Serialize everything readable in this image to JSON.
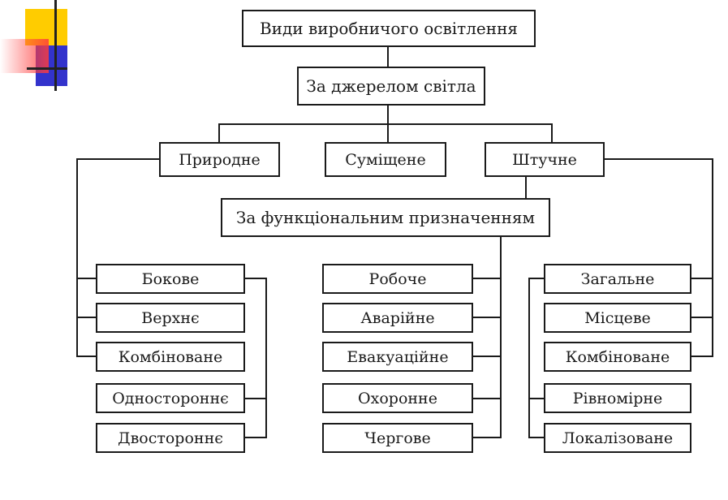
{
  "diagram": {
    "root": "Види виробничого освітлення",
    "source_criterion": "За джерелом світла",
    "source_types": [
      "Природне",
      "Суміщене",
      "Штучне"
    ],
    "function_criterion": "За функціональним призначенням",
    "natural_types": [
      "Бокове",
      "Верхнє",
      "Комбіноване",
      "Одностороннє",
      "Двостороннє"
    ],
    "function_types": [
      "Робоче",
      "Аварійне",
      "Евакуаційне",
      "Охоронне",
      "Чергове"
    ],
    "artificial_types": [
      "Загальне",
      "Місцеве",
      "Комбіноване",
      "Рівномірне",
      "Локалізоване"
    ]
  },
  "logo": {
    "colors": {
      "yellow": "#ffcc00",
      "blue": "#3333cc",
      "red": "#ff3c3c",
      "line": "#222222"
    }
  }
}
